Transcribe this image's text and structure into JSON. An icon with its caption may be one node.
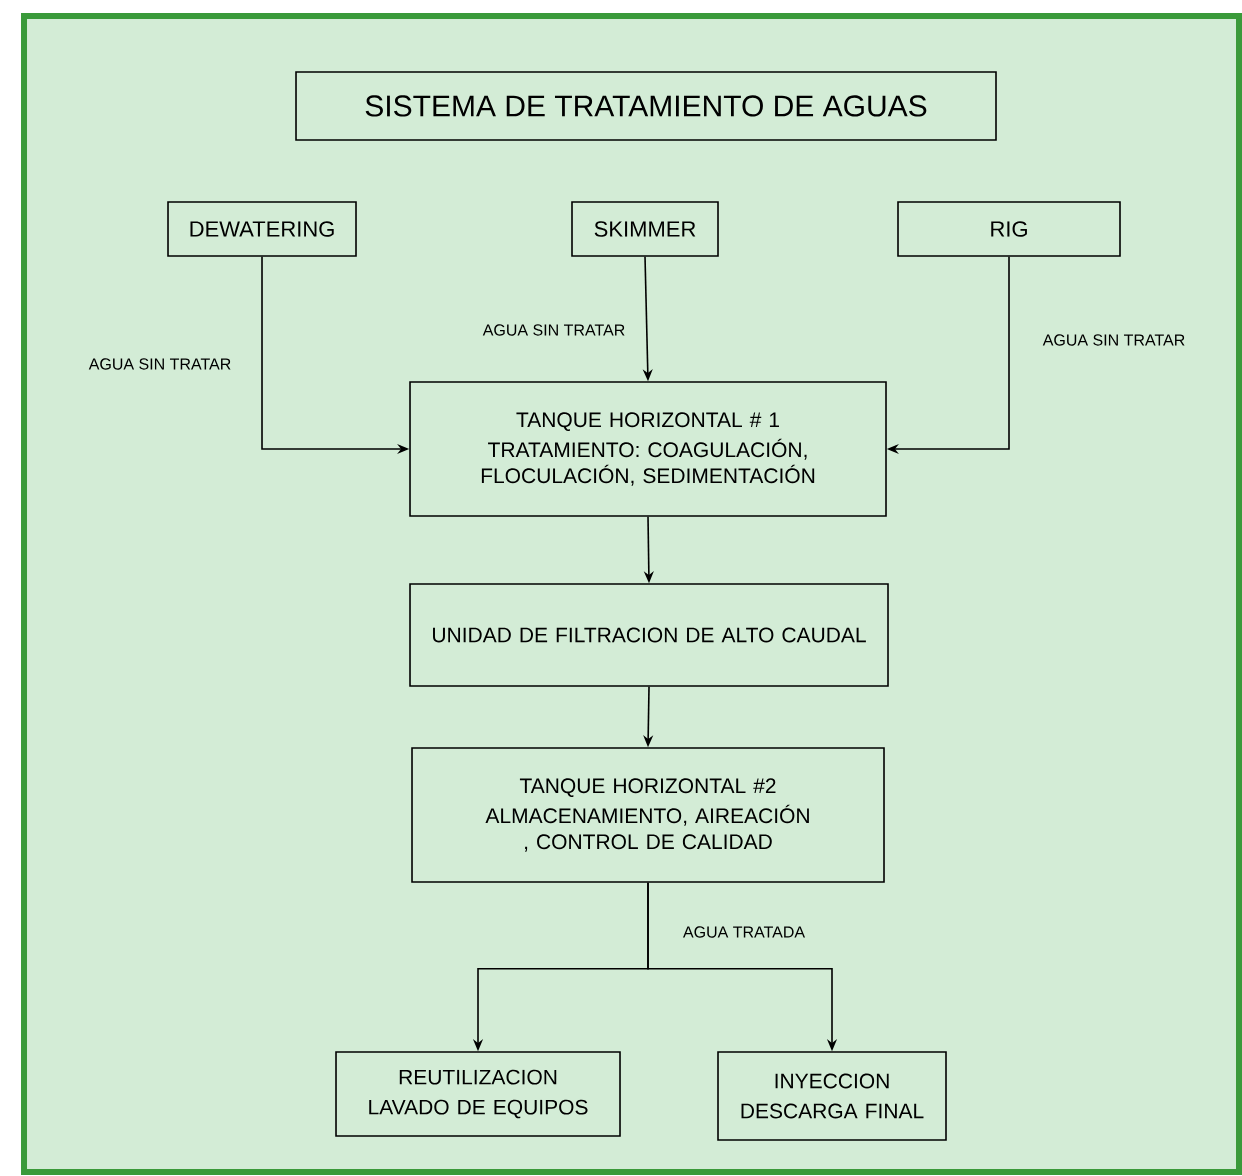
{
  "diagram": {
    "title": "SISTEMA DE TRATAMIENTO DE AGUAS",
    "nodes": [
      {
        "text": [
          "DEWATERING"
        ]
      },
      {
        "text": [
          "SKIMMER"
        ]
      },
      {
        "text": [
          "RIG"
        ]
      },
      {
        "text": [
          "TANQUE HORIZONTAL # 1",
          "TRATAMIENTO: COAGULACIÓN, FLOCULACIÓN, SEDIMENTACIÓN"
        ]
      },
      {
        "text": [
          "UNIDAD DE FILTRACION DE ALTO CAUDAL"
        ]
      },
      {
        "text": [
          "TANQUE HORIZONTAL #2",
          "ALMACENAMIENTO, AIREACIÓN , CONTROL DE CALIDAD"
        ]
      },
      {
        "text": [
          "REUTILIZACION",
          "LAVADO DE EQUIPOS"
        ]
      },
      {
        "text": [
          "INYECCION",
          "DESCARGA FINAL"
        ]
      }
    ],
    "edges": [
      {
        "from": 0,
        "to": 3,
        "arrow": "to",
        "label": "AGUA SIN TRATAR"
      },
      {
        "from": 1,
        "to": 3,
        "arrow": "to",
        "label": "AGUA SIN TRATAR"
      },
      {
        "from": 2,
        "to": 3,
        "arrow": "to",
        "label": "AGUA SIN TRATAR"
      },
      {
        "from": 3,
        "to": 4,
        "arrow": "to"
      },
      {
        "from": 4,
        "to": 5,
        "arrow": "to"
      },
      {
        "from": 5,
        "to": 6,
        "arrow": "to",
        "label": "AGUA TRATADA"
      },
      {
        "from": 5,
        "to": 7,
        "arrow": "to"
      }
    ]
  }
}
